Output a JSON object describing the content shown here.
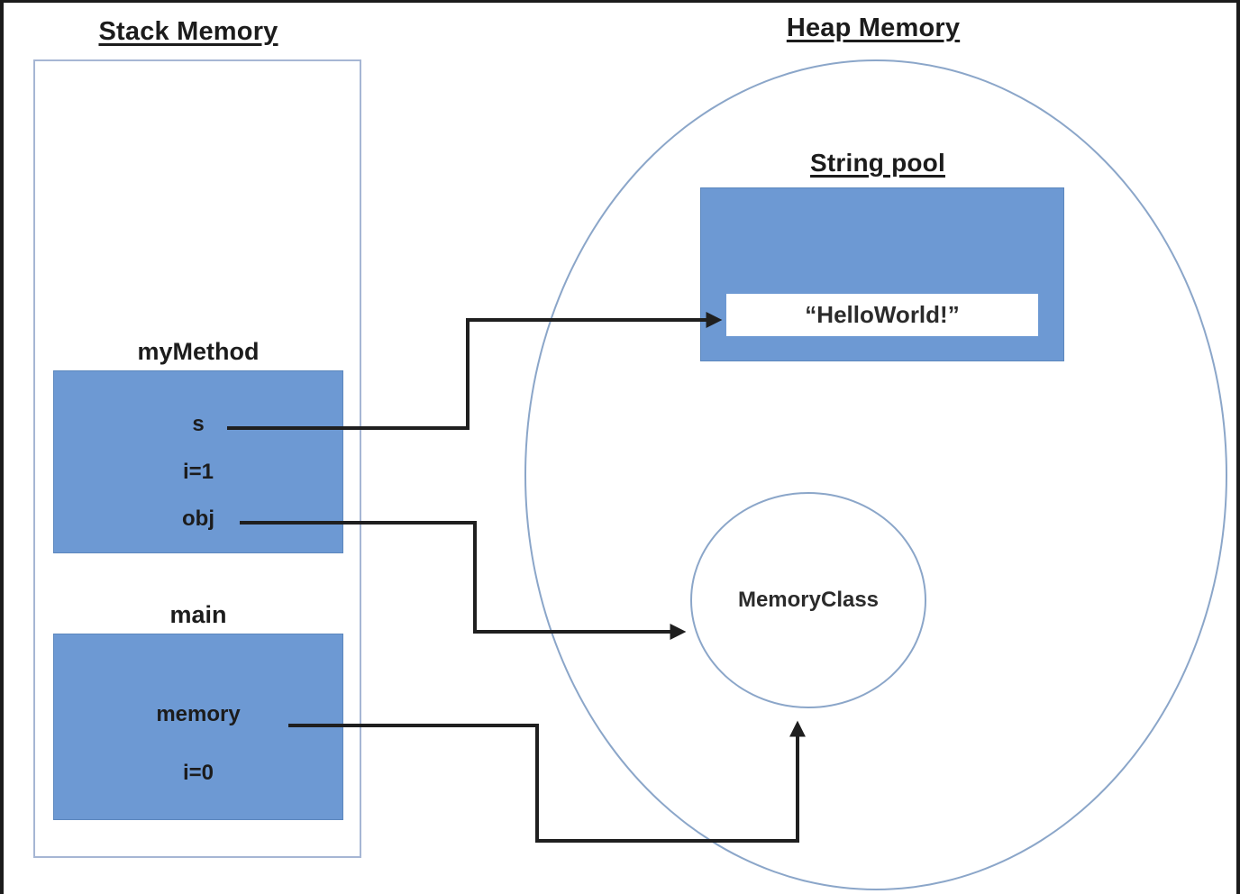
{
  "stack": {
    "title": "Stack Memory",
    "frames": [
      {
        "name": "myMethod",
        "variables": [
          "s",
          "i=1",
          "obj"
        ]
      },
      {
        "name": "main",
        "variables": [
          "memory",
          "i=0"
        ]
      }
    ]
  },
  "heap": {
    "title": "Heap Memory",
    "string_pool": {
      "title": "String pool",
      "value": "“HelloWorld!”"
    },
    "object": {
      "label": "MemoryClass"
    }
  },
  "references": [
    {
      "from": "s",
      "to": "“HelloWorld!”"
    },
    {
      "from": "obj",
      "to": "MemoryClass"
    },
    {
      "from": "memory",
      "to": "MemoryClass"
    }
  ],
  "colors": {
    "box_fill": "#6d99d3",
    "box_border": "#5c87bd",
    "region_border": "#a6b6d4",
    "ellipse_border": "#8ba6c9",
    "arrow": "#1f1f1f",
    "frame_border": "#1c1c1c",
    "text": "#1c1c1c"
  }
}
